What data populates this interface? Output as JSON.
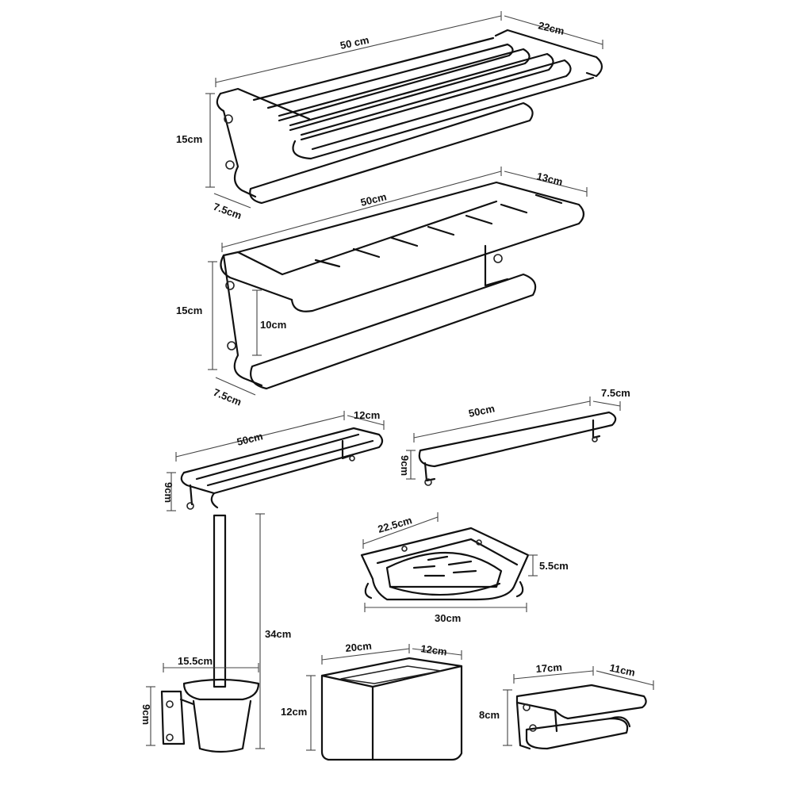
{
  "products": {
    "towel_rack_shelf": {
      "width_label": "50 cm",
      "depth_label": "22cm",
      "height_label": "15cm",
      "wall_label": "7.5cm"
    },
    "shelf_with_bar": {
      "width_label": "50cm",
      "depth_label": "13cm",
      "height_label": "15cm",
      "gap_label": "10cm",
      "wall_label": "7.5cm"
    },
    "double_towel_bar": {
      "width_label": "50cm",
      "depth_label": "12cm",
      "height_label": "9cm"
    },
    "single_towel_bar": {
      "width_label": "50cm",
      "depth_label": "7.5cm",
      "height_label": "9cm"
    },
    "corner_shelf": {
      "side_label": "22.5cm",
      "width_label": "30cm",
      "height_label": "5.5cm"
    },
    "toilet_brush": {
      "height_label": "34cm",
      "width_label": "15.5cm",
      "holder_height_label": "9cm"
    },
    "tissue_box": {
      "width_label": "20cm",
      "depth_label": "12cm",
      "height_label": "12cm"
    },
    "paper_holder": {
      "width_label": "17cm",
      "depth_label": "11cm",
      "height_label": "8cm"
    }
  },
  "colors": {
    "ink": "#111111",
    "background": "#ffffff"
  }
}
